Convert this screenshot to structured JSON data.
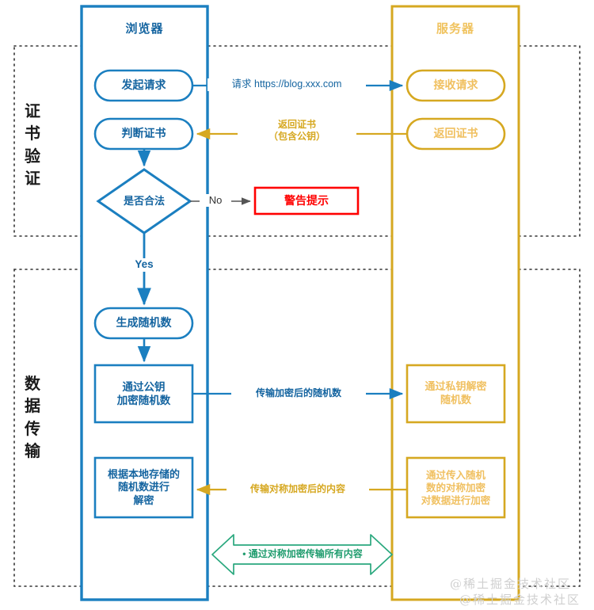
{
  "diagram": {
    "title_browser_lane": "浏览器",
    "title_server_lane": "服务器",
    "colors": {
      "browser_blue": "#1b7fc0",
      "browser_text": "#1464a0",
      "server_gold": "#d6a821",
      "server_text": "#f0c060",
      "warning_red": "#ff0000",
      "green_arrow": "#2aa87e",
      "green_text": "#1f9c6e",
      "dark_line": "#555555",
      "dotted_border": "#333333"
    }
  },
  "phases": [
    {
      "label": "证书验证"
    },
    {
      "label": "数据传输"
    }
  ],
  "browser_nodes": [
    {
      "id": "initiate-request",
      "label": "发起请求",
      "shape": "rounded"
    },
    {
      "id": "judge-certificate",
      "label": "判断证书",
      "shape": "rounded"
    },
    {
      "id": "is-legal",
      "label": "是否合法",
      "shape": "diamond"
    },
    {
      "id": "generate-random",
      "label": "生成随机数",
      "shape": "rounded"
    },
    {
      "id": "encrypt-with-public-key",
      "label": "通过公钥\n加密随机数",
      "shape": "rect"
    },
    {
      "id": "decrypt-with-local-random",
      "label": "根据本地存储的\n随机数进行\n解密",
      "shape": "rect"
    }
  ],
  "server_nodes": [
    {
      "id": "receive-request",
      "label": "接收请求",
      "shape": "rounded"
    },
    {
      "id": "return-certificate",
      "label": "返回证书",
      "shape": "rounded"
    },
    {
      "id": "decrypt-with-private-key",
      "label": "通过私钥解密\n随机数",
      "shape": "rect"
    },
    {
      "id": "symmetric-encrypt-data",
      "label": "通过传入随机\n数的对称加密\n对数据进行加密",
      "shape": "rect"
    }
  ],
  "warning_node": {
    "id": "warning-prompt",
    "label": "警告提示"
  },
  "edge_labels": {
    "request_url": "请求 https://blog.xxx.com",
    "return_certificate": "返回证书\n（包含公钥）",
    "no_branch": "No",
    "yes_branch": "Yes",
    "transmit_encrypted_random": "传输加密后的随机数",
    "transmit_symmetric_content": "传输对称加密后的内容",
    "symmetric_all_content": "• 通过对称加密传输所有内容"
  },
  "watermark": {
    "line1": "@稀土掘金技术社区",
    "line2": "@稀土掘金技术社区"
  }
}
